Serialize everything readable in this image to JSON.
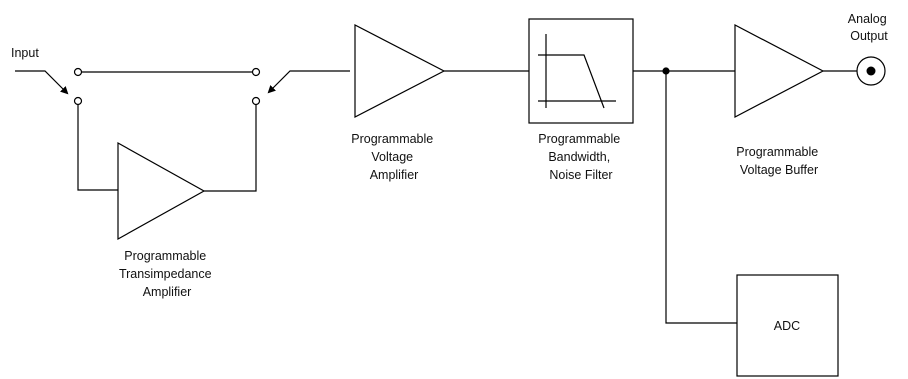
{
  "labels": {
    "input": "Input",
    "analog_output": [
      "Analog",
      "Output"
    ],
    "transimpedance": [
      "Programmable",
      "Transimpedance",
      "Amplifier"
    ],
    "voltage_amp": [
      "Programmable",
      "Voltage",
      "Amplifier"
    ],
    "filter": [
      "Programmable",
      "Bandwidth,",
      "Noise Filter"
    ],
    "buffer": [
      "Programmable",
      "Voltage Buffer"
    ],
    "adc": "ADC"
  },
  "colors": {
    "line": "#000000",
    "background": "#ffffff",
    "filter_block": "#eeeeee"
  }
}
